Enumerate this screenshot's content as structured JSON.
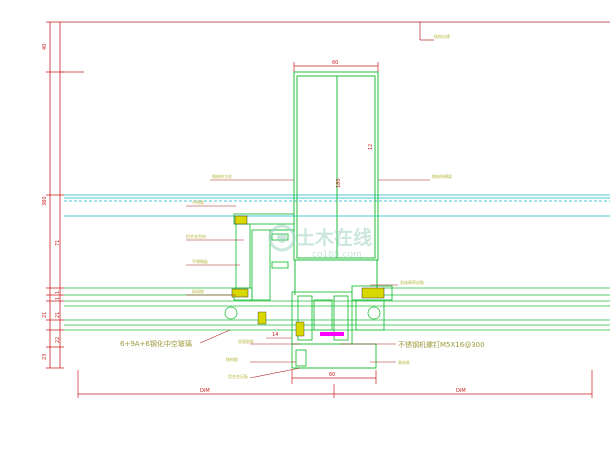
{
  "dimensions": {
    "top_height": "40",
    "mid_height": "380",
    "upper_glass": "71",
    "gap_a": "1",
    "gap_b": "1",
    "glass_a": "21",
    "glass_b": "21",
    "bottom_a": "22",
    "bottom_b": "23",
    "mullion_width_top": "60",
    "mullion_depth": "180",
    "mullion_side": "12",
    "mullion_width_bottom": "60",
    "small_14": "14",
    "span_left": "DIM",
    "span_right": "DIM"
  },
  "labels": {
    "top_right": "结构边缘",
    "upper_left": "钢结构立柱",
    "upper_right": "钢结构横梁",
    "left_1": "不锈钢",
    "left_2": "铝合金型材",
    "left_3": "不锈钢板",
    "left_4": "耐候胶",
    "right_1": "泡沫棒密封胶",
    "glass_spec": "6+9A+6钢化中空玻璃",
    "bottom_1": "双面胶条",
    "bottom_2": "结构胶",
    "bottom_3": "铝合金压板",
    "bottom_right_1": "不锈钢机螺钉M5X16@300",
    "bottom_right_2": "装饰条"
  },
  "watermark": {
    "text_cn": "土木在线",
    "text_en": "co188.com"
  },
  "colors": {
    "outline": "#1fbf3a",
    "glass_line": "#14b4c8",
    "dimension": "#c81e1e",
    "leader": "#aa2222",
    "label": "#b5b53a",
    "gasket": "#d8d800",
    "seal_magenta": "#ff00ff"
  }
}
